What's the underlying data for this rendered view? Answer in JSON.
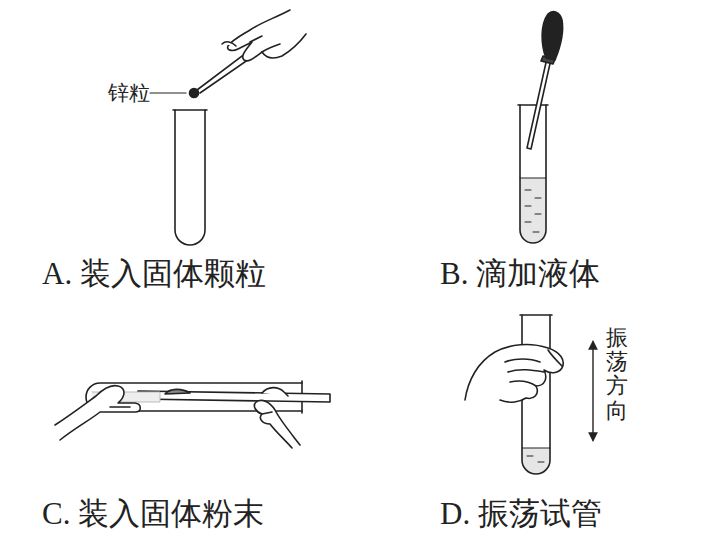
{
  "diagram": {
    "labels": [
      "锌粒",
      "A. 装入固体颗粒",
      "B. 滴加液体",
      "C. 装入固体粉末",
      "D. 振荡试管",
      "振荡方向"
    ]
  }
}
